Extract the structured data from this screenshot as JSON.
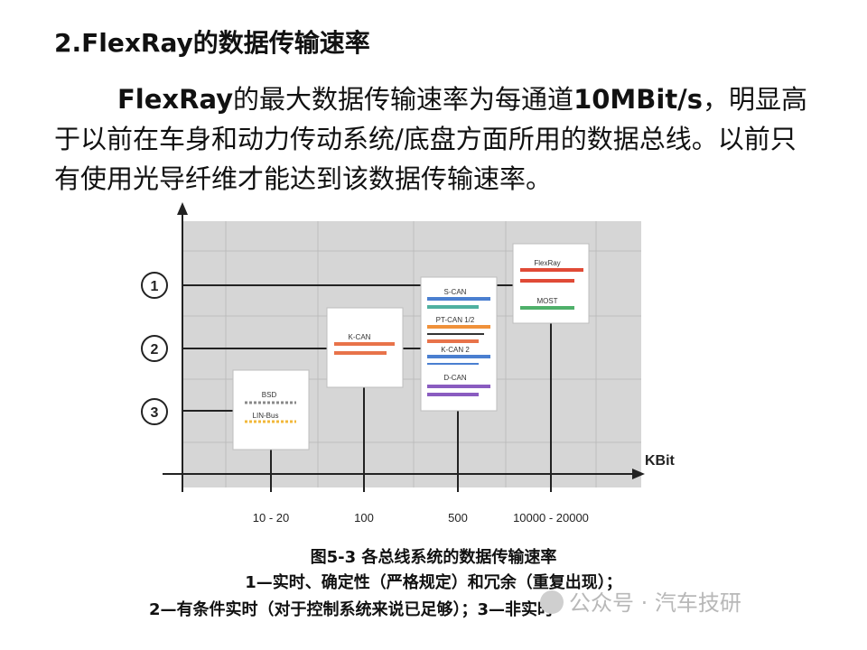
{
  "heading": "2.FlexRay的数据传输速率",
  "paragraph": {
    "bold_term": "FlexRay",
    "text_1": "的最大数据传输速率为每通道",
    "bold_rate": "10MBit/s",
    "text_2": "，明显高于以前在车身和动力传动系统/底盘方面所用的数据总线。以前只有使用光导纤维才能达到该数据传输速率。"
  },
  "figure": {
    "axis_unit": "KBit",
    "x_ticks": [
      "10 - 20",
      "100",
      "500",
      "10000 - 20000"
    ],
    "levels": [
      "1",
      "2",
      "3"
    ],
    "groups": [
      {
        "buses": [
          {
            "label": "BSD",
            "color": "#8a8a8a",
            "style": "dashed"
          },
          {
            "label": "LIN-Bus",
            "color": "#f2b83a",
            "style": "dashed"
          }
        ]
      },
      {
        "buses": [
          {
            "label": "K-CAN",
            "color": "#e8734a",
            "style": "solid"
          }
        ]
      },
      {
        "buses": [
          {
            "label": "S-CAN",
            "color": "#4a7fd0",
            "style": "solid"
          },
          {
            "label": "PT-CAN 1/2",
            "color": "#f0913a",
            "style": "solid"
          },
          {
            "label": "K-CAN 2",
            "color": "#4a7fd0",
            "style": "solid"
          },
          {
            "label": "D-CAN",
            "color": "#8a5cc0",
            "style": "solid"
          }
        ]
      },
      {
        "buses": [
          {
            "label": "FlexRay",
            "color": "#e04a36",
            "style": "solid"
          },
          {
            "label": "MOST",
            "color": "#4fb06a",
            "style": "solid"
          }
        ]
      }
    ]
  },
  "caption": {
    "title": "图5-3  各总线系统的数据传输速率",
    "note_1": "1—实时、确定性（严格规定）和冗余（重复出现）；",
    "note_2": "2—有条件实时（对于控制系统来说已足够）；3—非实时"
  },
  "watermark": "公众号 · 汽车技研"
}
